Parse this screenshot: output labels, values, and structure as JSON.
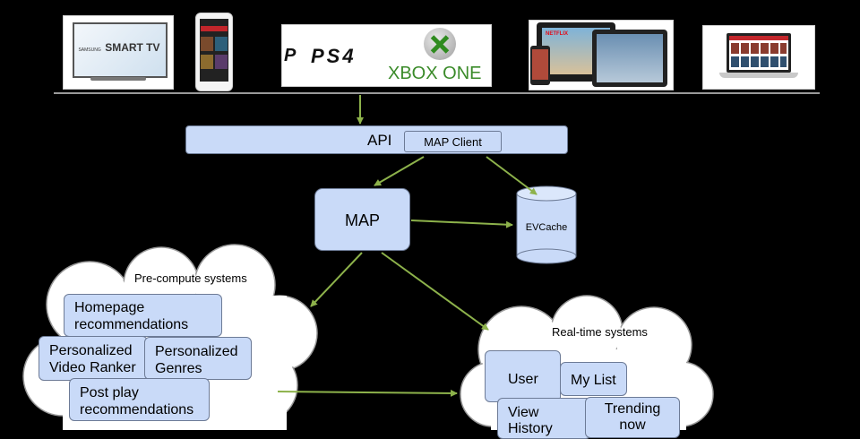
{
  "devices": {
    "smart_tv": {
      "brand_small": "SAMSUNG",
      "brand_logo": "SMART TV"
    },
    "console_logos": {
      "ps4": "PS4",
      "xbox": "XBOX ONE"
    },
    "tablet_brand": "NETFLIX"
  },
  "api": {
    "label": "API",
    "client_label": "MAP Client"
  },
  "map": {
    "label": "MAP"
  },
  "evcache": {
    "label": "EVCache"
  },
  "precompute": {
    "title": "Pre-compute systems",
    "items": [
      {
        "line1": "Homepage",
        "line2": "recommendations"
      },
      {
        "line1": "Personalized",
        "line2": "Video Ranker"
      },
      {
        "line1": "Personalized",
        "line2": "Genres"
      },
      {
        "line1": "Post play",
        "line2": "recommendations"
      }
    ]
  },
  "realtime": {
    "title": "Real-time systems",
    "items": [
      {
        "line1": "User",
        "line2": ""
      },
      {
        "line1": "My List",
        "line2": ""
      },
      {
        "line1": "View",
        "line2": "History"
      },
      {
        "line1": "Trending",
        "line2": "now"
      }
    ]
  },
  "colors": {
    "accent": "#8db24b",
    "box": "#c9daf8",
    "background": "#000000"
  }
}
